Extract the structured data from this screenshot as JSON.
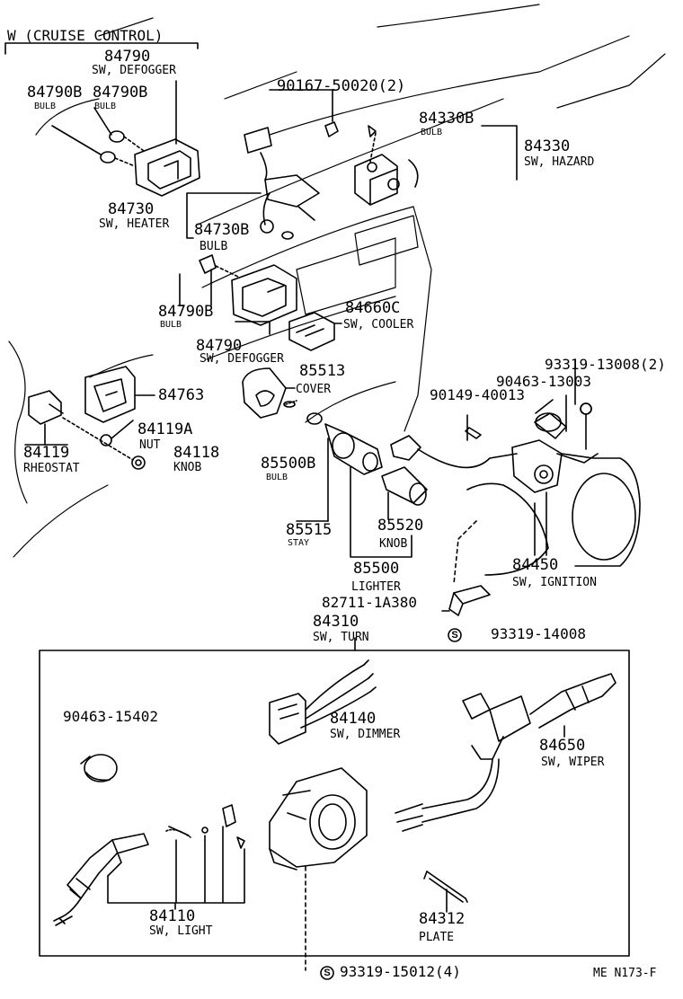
{
  "header": "W (CRUISE CONTROL)",
  "parts": [
    {
      "id": "p84790a",
      "number": "84790",
      "desc": "SW, DEFOGGER"
    },
    {
      "id": "p84790b1",
      "number": "84790B",
      "desc": "BULB"
    },
    {
      "id": "p84790b2",
      "number": "84790B",
      "desc": "BULB"
    },
    {
      "id": "p90167",
      "number": "90167-50020(2)",
      "desc": ""
    },
    {
      "id": "p84330b",
      "number": "84330B",
      "desc": "BULB"
    },
    {
      "id": "p84330",
      "number": "84330",
      "desc": "SW, HAZARD"
    },
    {
      "id": "p84730",
      "number": "84730",
      "desc": "SW, HEATER"
    },
    {
      "id": "p84730b",
      "number": "84730B",
      "desc": "BULB"
    },
    {
      "id": "p84790b3",
      "number": "84790B",
      "desc": "BULB"
    },
    {
      "id": "p84660c",
      "number": "84660C",
      "desc": "SW, COOLER"
    },
    {
      "id": "p84790c",
      "number": "84790",
      "desc": "SW, DEFOGGER"
    },
    {
      "id": "p85513",
      "number": "85513",
      "desc": "COVER"
    },
    {
      "id": "p93319a",
      "number": "93319-13008(2)",
      "desc": ""
    },
    {
      "id": "p90463a",
      "number": "90463-13003",
      "desc": ""
    },
    {
      "id": "p90149",
      "number": "90149-40013",
      "desc": ""
    },
    {
      "id": "p84763",
      "number": "84763",
      "desc": ""
    },
    {
      "id": "p84119a",
      "number": "84119A",
      "desc": ""
    },
    {
      "id": "pnut",
      "number": "",
      "desc": "NUT"
    },
    {
      "id": "p84119",
      "number": "84119",
      "desc": "RHEOSTAT"
    },
    {
      "id": "p84118",
      "number": "84118",
      "desc": "KNOB"
    },
    {
      "id": "p85500b",
      "number": "85500B",
      "desc": "BULB"
    },
    {
      "id": "p85515",
      "number": "85515",
      "desc": "STAY"
    },
    {
      "id": "p85520",
      "number": "85520",
      "desc": "KNOB"
    },
    {
      "id": "p85500",
      "number": "85500",
      "desc": "LIGHTER"
    },
    {
      "id": "p84450",
      "number": "84450",
      "desc": "SW, IGNITION"
    },
    {
      "id": "p82711",
      "number": "82711-1A380",
      "desc": ""
    },
    {
      "id": "p84310",
      "number": "84310",
      "desc": "SW, TURN"
    },
    {
      "id": "p93319b",
      "number": "93319-14008",
      "desc": ""
    },
    {
      "id": "p90463b",
      "number": "90463-15402",
      "desc": ""
    },
    {
      "id": "p84140",
      "number": "84140",
      "desc": "SW, DIMMER"
    },
    {
      "id": "p84650",
      "number": "84650",
      "desc": "SW, WIPER"
    },
    {
      "id": "p84110",
      "number": "84110",
      "desc": "SW, LIGHT"
    },
    {
      "id": "p84312",
      "number": "84312",
      "desc": "PLATE"
    },
    {
      "id": "p93319c",
      "number": "93319-15012(4)",
      "desc": ""
    }
  ],
  "footer_code": "ME N173-F"
}
